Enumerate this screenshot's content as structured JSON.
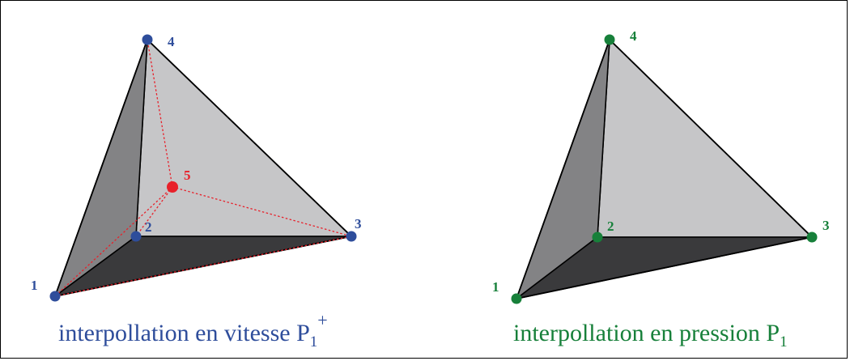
{
  "colors": {
    "blue": "#2e4d9b",
    "green": "#17803a",
    "red": "#e8202a",
    "face_light": "#c6c6c8",
    "face_mid": "#838385",
    "face_dark": "#3a3a3c"
  },
  "left_diagram": {
    "vertex_labels": [
      "1",
      "2",
      "3",
      "4"
    ],
    "center_label": "5",
    "caption_text": "interpollation en vitesse P",
    "caption_sub": "1",
    "caption_sup": "+"
  },
  "right_diagram": {
    "vertex_labels": [
      "1",
      "2",
      "3",
      "4"
    ],
    "caption_text": "interpollation en pression P",
    "caption_sub": "1"
  }
}
